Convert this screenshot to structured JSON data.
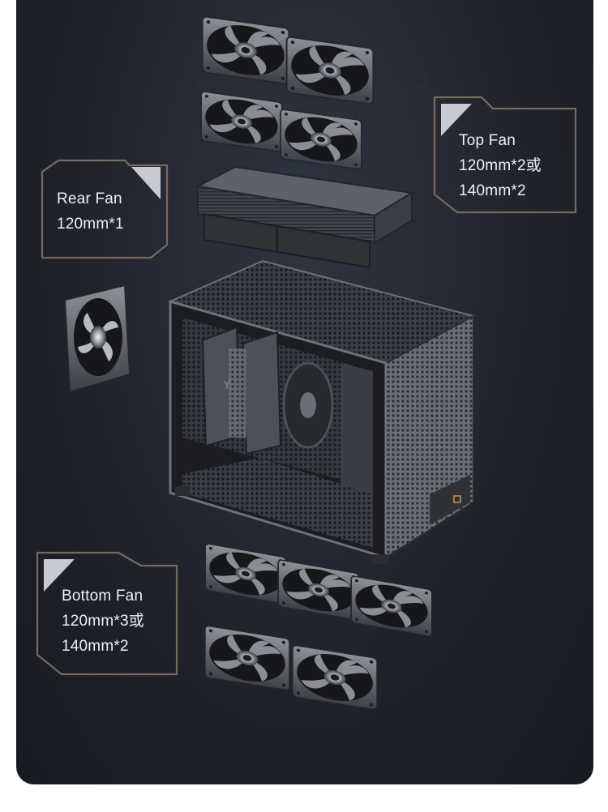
{
  "callouts": {
    "rear": {
      "title": "Rear Fan",
      "line1": "120mm*1"
    },
    "top": {
      "title": "Top Fan",
      "line1": "120mm*2或",
      "line2": "140mm*2"
    },
    "bottom": {
      "title": "Bottom Fan",
      "line1": "120mm*3或",
      "line2": "140mm*2"
    }
  },
  "colors": {
    "background": "#1f232c",
    "callout_border": "#7a6a5c",
    "callout_accent": "#c7cbd1",
    "label_text": "#eef0f3"
  },
  "icons": [
    "fan-icon",
    "radiator-icon",
    "pc-case-icon"
  ]
}
